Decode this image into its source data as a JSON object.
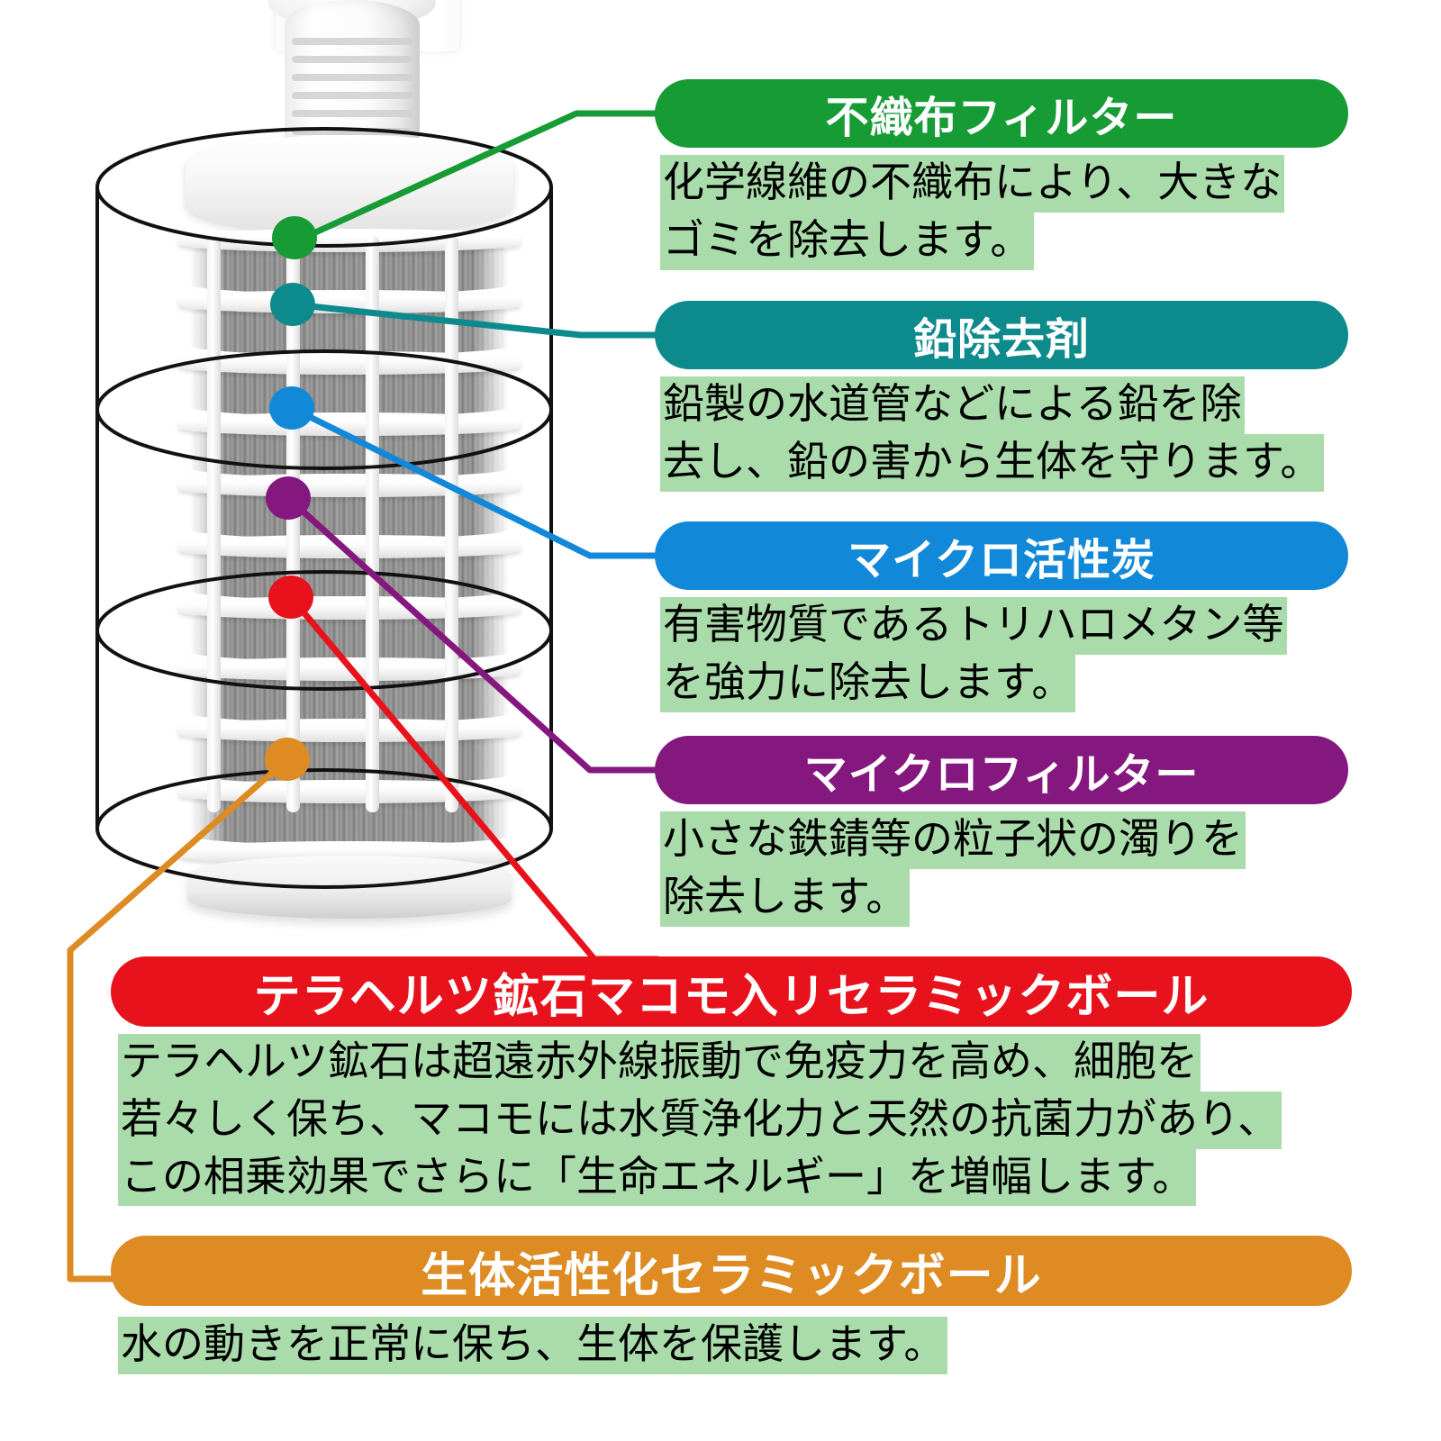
{
  "diagram": {
    "product": "water-filter-cartridge",
    "colors": {
      "green": "#169B35",
      "teal": "#0D8A8C",
      "blue": "#1289D8",
      "purple": "#85187E",
      "red": "#E8121C",
      "orange": "#DD8B22",
      "highlight": "#A9DCAA",
      "outline": "#000000"
    }
  },
  "callouts": [
    {
      "id": "non-woven-filter",
      "title": "不織布フィルター",
      "color": "#169B35",
      "lines": [
        "化学線維の不織布により、大きな",
        "ゴミを除去します。"
      ]
    },
    {
      "id": "lead-removal-agent",
      "title": "鉛除去剤",
      "color": "#0D8A8C",
      "lines": [
        "鉛製の水道管などによる鉛を除",
        "去し、鉛の害から生体を守ります。"
      ]
    },
    {
      "id": "micro-activated-carbon",
      "title": "マイクロ活性炭",
      "color": "#1289D8",
      "lines": [
        "有害物質であるトリハロメタン等",
        "を強力に除去します。"
      ]
    },
    {
      "id": "micro-filter",
      "title": "マイクロフィルター",
      "color": "#85187E",
      "lines": [
        "小さな鉄錆等の粒子状の濁りを",
        "除去します。"
      ]
    },
    {
      "id": "terahertz-makomo-ceramic-ball",
      "title": "テラヘルツ鉱石マコモ入リセラミックボール",
      "color": "#E8121C",
      "lines": [
        "テラヘルツ鉱石は超遠赤外線振動で免疫力を高め、細胞を",
        "若々しく保ち、マコモには水質浄化力と天然の抗菌力があり、",
        "この相乗効果でさらに「生命エネルギー」を増幅します。"
      ]
    },
    {
      "id": "bio-activating-ceramic-ball",
      "title": "生体活性化セラミックボール",
      "color": "#DD8B22",
      "lines": [
        "水の動きを正常に保ち、生体を保護します。"
      ]
    }
  ],
  "markers": [
    {
      "id": "marker-non-woven-filter",
      "color": "#169B35"
    },
    {
      "id": "marker-lead-removal",
      "color": "#0D8A8C"
    },
    {
      "id": "marker-micro-carbon",
      "color": "#1289D8"
    },
    {
      "id": "marker-micro-filter",
      "color": "#85187E"
    },
    {
      "id": "marker-terahertz-ball",
      "color": "#E8121C"
    },
    {
      "id": "marker-bio-ceramic-ball",
      "color": "#DD8B22"
    }
  ]
}
